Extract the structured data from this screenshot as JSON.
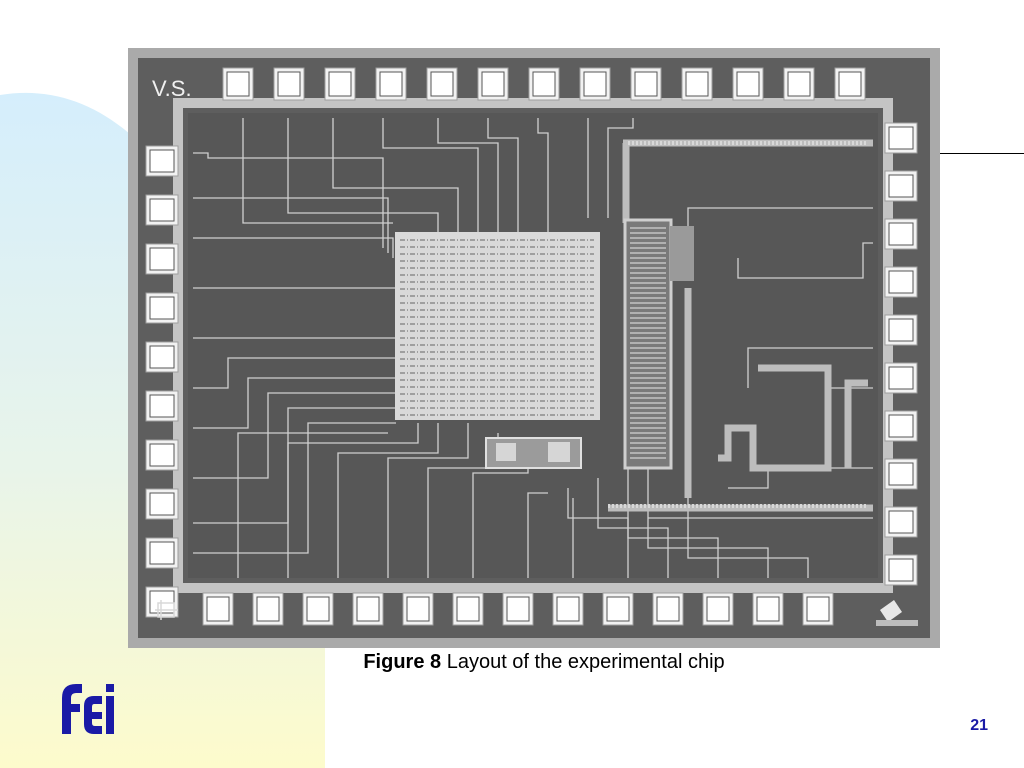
{
  "slide": {
    "figure_caption_label": "Figure 8",
    "figure_caption_text": "Layout of the experimental chip",
    "page_number": "21"
  },
  "chip": {
    "corner_label": "V.S.",
    "pads_top": 13,
    "pads_bottom": 13,
    "pads_left": 10,
    "pads_right": 10
  },
  "colors": {
    "chip_background": "#5a5a5a",
    "chip_frame": "#aaaaaa",
    "pad_ring": "#c8c8c8",
    "page_number": "#1a1aa6",
    "logo": "#1a1aa6",
    "gradient_top": "#d5eefc",
    "gradient_bottom": "#fdfbcc"
  }
}
